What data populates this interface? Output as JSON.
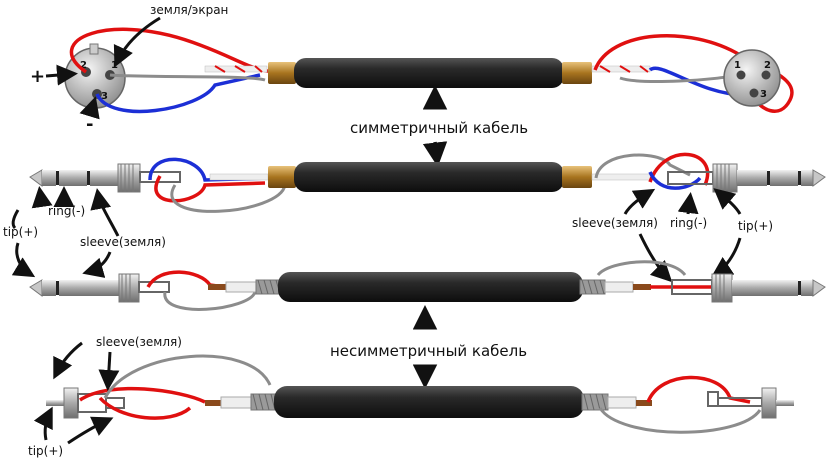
{
  "labels": {
    "ground_shield": "земля/экран",
    "plus": "+",
    "minus": "-",
    "pin1": "1",
    "pin2": "2",
    "pin3": "3",
    "symmetric_cable": "симметричный кабель",
    "ring_minus": "ring(-)",
    "tip_plus": "tip(+)",
    "sleeve_ground": "sleeve(земля)",
    "asymmetric_cable": "несимметричный кабель"
  },
  "colors": {
    "cable_body": "#1e1e1e",
    "gold_ferrule": "#b07c2a",
    "wire_red": "#e01010",
    "wire_blue": "#1c2fd6",
    "wire_gray": "#8c8c8c",
    "wire_white": "#eeeeee",
    "metal": "#bdbdbd",
    "shield_braid": "#9a9a9a",
    "copper": "#8a4a1c"
  },
  "icons": {
    "xlr_connector": "xlr-connector-icon",
    "trs_jack": "trs-jack-icon",
    "ts_jack": "ts-jack-icon",
    "rca_plug": "rca-plug-icon",
    "arrow": "arrow-icon"
  }
}
